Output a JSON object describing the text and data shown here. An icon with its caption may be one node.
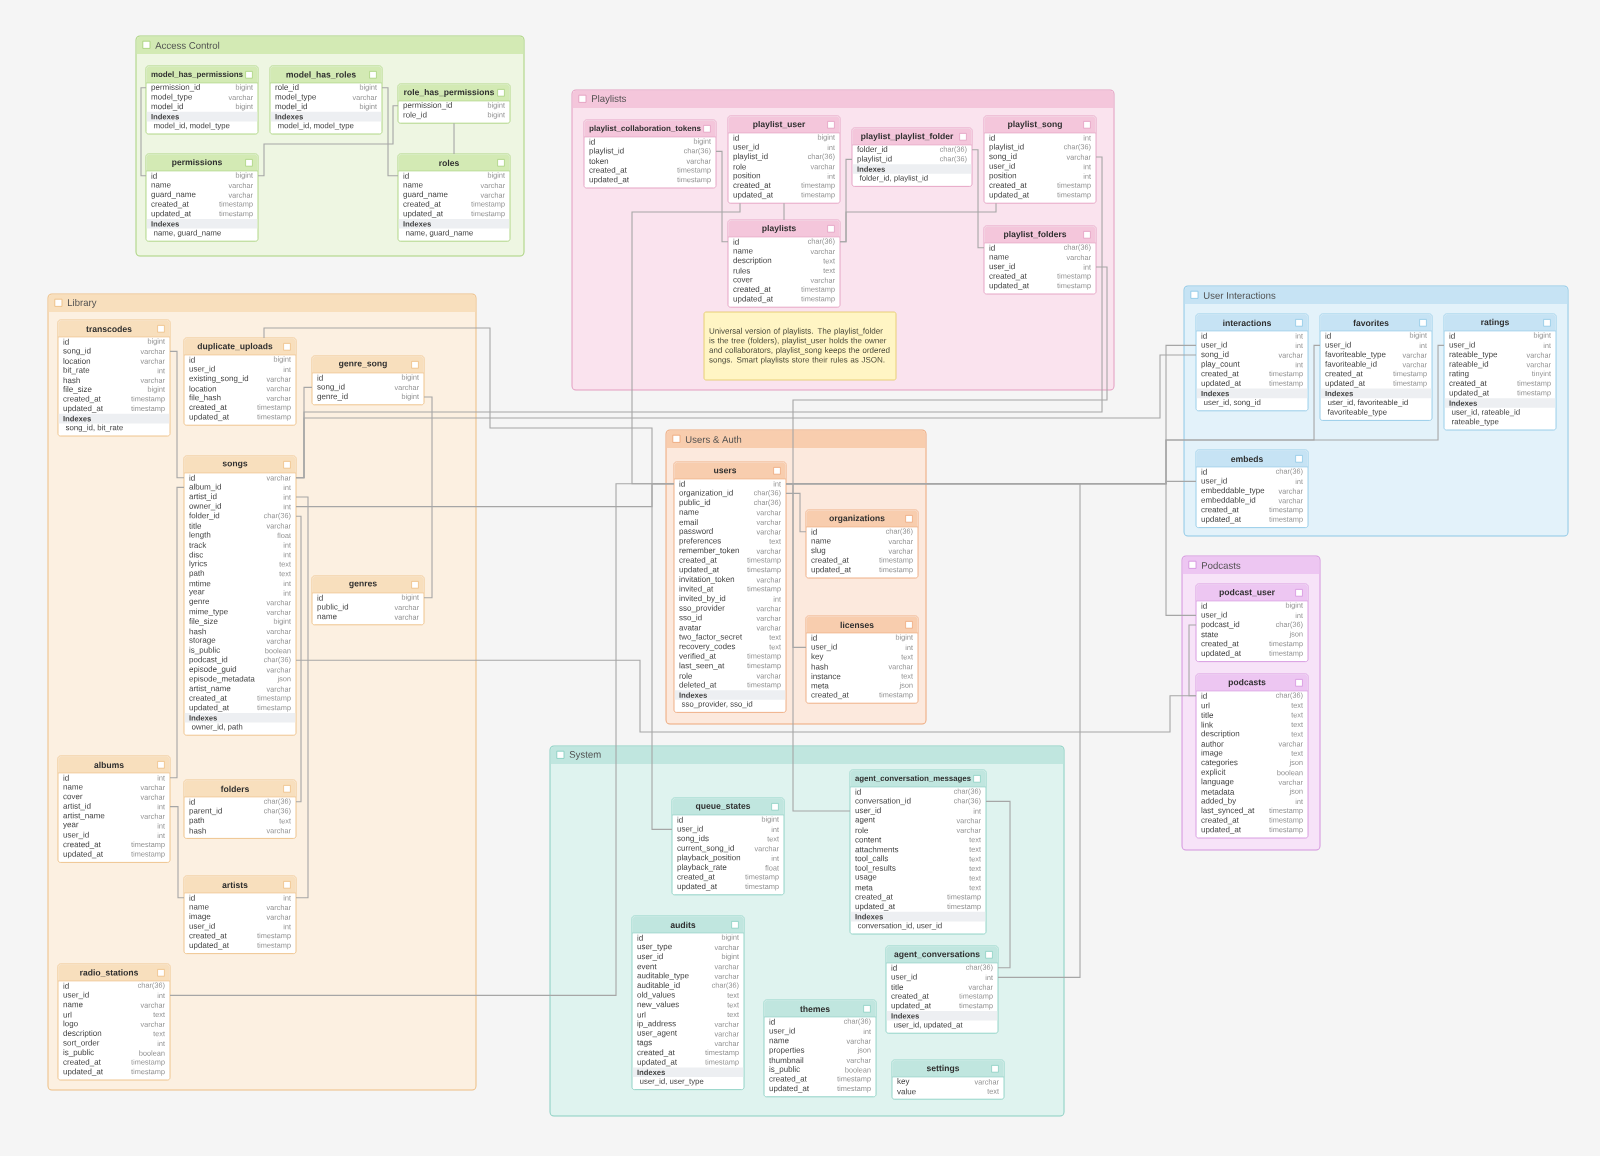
{
  "diagram": {
    "nodes": [
      {
        "text": [
          "Access Control"
        ]
      },
      {
        "text": [
          "model_has_permissions",
          "permission_id",
          "bigint",
          "model_type",
          "varchar",
          "model_id",
          "bigint",
          "Indexes",
          "model_id, model_type"
        ],
        "in": 0
      },
      {
        "text": [
          "model_has_roles",
          "role_id",
          "bigint",
          "model_type",
          "varchar",
          "model_id",
          "bigint",
          "Indexes",
          "model_id, model_type"
        ],
        "in": 0
      },
      {
        "text": [
          "role_has_permissions",
          "permission_id",
          "bigint",
          "role_id",
          "bigint"
        ],
        "in": 0
      },
      {
        "text": [
          "permissions",
          "id",
          "bigint",
          "name",
          "varchar",
          "guard_name",
          "varchar",
          "created_at",
          "timestamp",
          "updated_at",
          "timestamp",
          "Indexes",
          "name, guard_name"
        ],
        "in": 0
      },
      {
        "text": [
          "roles",
          "id",
          "bigint",
          "name",
          "varchar",
          "guard_name",
          "varchar",
          "created_at",
          "timestamp",
          "updated_at",
          "timestamp",
          "Indexes",
          "name, guard_name"
        ],
        "in": 0
      },
      {
        "text": [
          "Playlists"
        ]
      },
      {
        "text": [
          "playlist_collaboration_tokens",
          "id",
          "bigint",
          "playlist_id",
          "char(36)",
          "token",
          "varchar",
          "created_at",
          "timestamp",
          "updated_at",
          "timestamp"
        ],
        "in": 6
      },
      {
        "text": [
          "playlist_user",
          "id",
          "bigint",
          "user_id",
          "int",
          "playlist_id",
          "char(36)",
          "role",
          "varchar",
          "position",
          "int",
          "created_at",
          "timestamp",
          "updated_at",
          "timestamp"
        ],
        "in": 6
      },
      {
        "text": [
          "playlist_playlist_folder",
          "folder_id",
          "char(36)",
          "playlist_id",
          "char(36)",
          "Indexes",
          "folder_id, playlist_id"
        ],
        "in": 6
      },
      {
        "text": [
          "playlist_song",
          "id",
          "int",
          "playlist_id",
          "char(36)",
          "song_id",
          "varchar",
          "user_id",
          "int",
          "position",
          "int",
          "created_at",
          "timestamp",
          "updated_at",
          "timestamp"
        ],
        "in": 6
      },
      {
        "text": [
          "playlists",
          "id",
          "char(36)",
          "name",
          "varchar",
          "description",
          "text",
          "rules",
          "text",
          "cover",
          "varchar",
          "created_at",
          "timestamp",
          "updated_at",
          "timestamp"
        ],
        "in": 6
      },
      {
        "text": [
          "playlist_folders",
          "id",
          "char(36)",
          "name",
          "varchar",
          "user_id",
          "int",
          "created_at",
          "timestamp",
          "updated_at",
          "timestamp"
        ],
        "in": 6
      },
      {
        "text": [
          "Universal version of playlists. The playlist_folder is the tree (folders), playlist_user holds the owner and collaborators, playlist_song keeps the ordered songs. Smart playlists store their rules as JSON."
        ],
        "in": 6
      },
      {
        "text": [
          "Library"
        ]
      },
      {
        "text": [
          "transcodes",
          "id",
          "bigint",
          "song_id",
          "varchar",
          "location",
          "varchar",
          "bit_rate",
          "int",
          "hash",
          "varchar",
          "file_size",
          "bigint",
          "created_at",
          "timestamp",
          "updated_at",
          "timestamp",
          "Indexes",
          "song_id, bit_rate"
        ],
        "in": 14
      },
      {
        "text": [
          "duplicate_uploads",
          "id",
          "bigint",
          "user_id",
          "int",
          "existing_song_id",
          "varchar",
          "location",
          "varchar",
          "file_hash",
          "varchar",
          "created_at",
          "timestamp",
          "updated_at",
          "timestamp"
        ],
        "in": 14
      },
      {
        "text": [
          "genre_song",
          "id",
          "bigint",
          "song_id",
          "varchar",
          "genre_id",
          "bigint"
        ],
        "in": 14
      },
      {
        "text": [
          "songs",
          "id",
          "varchar",
          "album_id",
          "int",
          "artist_id",
          "int",
          "owner_id",
          "int",
          "folder_id",
          "char(36)",
          "title",
          "varchar",
          "length",
          "float",
          "track",
          "int",
          "disc",
          "int",
          "lyrics",
          "text",
          "path",
          "text",
          "mtime",
          "int",
          "year",
          "int",
          "genre",
          "varchar",
          "mime_type",
          "varchar",
          "file_size",
          "bigint",
          "hash",
          "varchar",
          "storage",
          "varchar",
          "is_public",
          "boolean",
          "podcast_id",
          "char(36)",
          "episode_guid",
          "varchar",
          "episode_metadata",
          "json",
          "artist_name",
          "varchar",
          "created_at",
          "timestamp",
          "updated_at",
          "timestamp",
          "Indexes",
          "owner_id, path"
        ],
        "in": 14
      },
      {
        "text": [
          "genres",
          "id",
          "bigint",
          "public_id",
          "varchar",
          "name",
          "varchar"
        ],
        "in": 14
      },
      {
        "text": [
          "albums",
          "id",
          "int",
          "name",
          "varchar",
          "cover",
          "varchar",
          "artist_id",
          "int",
          "artist_name",
          "varchar",
          "year",
          "int",
          "user_id",
          "int",
          "created_at",
          "timestamp",
          "updated_at",
          "timestamp"
        ],
        "in": 14
      },
      {
        "text": [
          "folders",
          "id",
          "char(36)",
          "parent_id",
          "char(36)",
          "path",
          "text",
          "hash",
          "varchar"
        ],
        "in": 14
      },
      {
        "text": [
          "artists",
          "id",
          "int",
          "name",
          "varchar",
          "image",
          "varchar",
          "user_id",
          "int",
          "created_at",
          "timestamp",
          "updated_at",
          "timestamp"
        ],
        "in": 14
      },
      {
        "text": [
          "radio_stations",
          "id",
          "char(36)",
          "user_id",
          "int",
          "name",
          "varchar",
          "url",
          "text",
          "logo",
          "varchar",
          "description",
          "text",
          "sort_order",
          "int",
          "is_public",
          "boolean",
          "created_at",
          "timestamp",
          "updated_at",
          "timestamp"
        ],
        "in": 14
      },
      {
        "text": [
          "Users & Auth"
        ]
      },
      {
        "text": [
          "users",
          "id",
          "int",
          "organization_id",
          "char(36)",
          "public_id",
          "char(36)",
          "name",
          "varchar",
          "email",
          "varchar",
          "password",
          "varchar",
          "preferences",
          "text",
          "remember_token",
          "varchar",
          "created_at",
          "timestamp",
          "updated_at",
          "timestamp",
          "invitation_token",
          "varchar",
          "invited_at",
          "timestamp",
          "invited_by_id",
          "int",
          "sso_provider",
          "varchar",
          "sso_id",
          "varchar",
          "avatar",
          "varchar",
          "two_factor_secret",
          "text",
          "recovery_codes",
          "text",
          "verified_at",
          "timestamp",
          "last_seen_at",
          "timestamp",
          "role",
          "varchar",
          "deleted_at",
          "timestamp",
          "Indexes",
          "sso_provider, sso_id"
        ],
        "in": 24
      },
      {
        "text": [
          "organizations",
          "id",
          "char(36)",
          "name",
          "varchar",
          "slug",
          "varchar",
          "created_at",
          "timestamp",
          "updated_at",
          "timestamp"
        ],
        "in": 24
      },
      {
        "text": [
          "licenses",
          "id",
          "bigint",
          "user_id",
          "int",
          "key",
          "text",
          "hash",
          "varchar",
          "instance",
          "text",
          "meta",
          "json",
          "created_at",
          "timestamp"
        ],
        "in": 24
      },
      {
        "text": [
          "User Interactions"
        ]
      },
      {
        "text": [
          "interactions",
          "id",
          "int",
          "user_id",
          "int",
          "song_id",
          "varchar",
          "play_count",
          "int",
          "created_at",
          "timestamp",
          "updated_at",
          "timestamp",
          "Indexes",
          "user_id, song_id"
        ],
        "in": 28
      },
      {
        "text": [
          "favorites",
          "id",
          "bigint",
          "user_id",
          "int",
          "favoriteable_type",
          "varchar",
          "favoriteable_id",
          "varchar",
          "created_at",
          "timestamp",
          "updated_at",
          "timestamp",
          "Indexes",
          "user_id, favoriteable_id",
          "favoriteable_type"
        ],
        "in": 28
      },
      {
        "text": [
          "ratings",
          "id",
          "bigint",
          "user_id",
          "int",
          "rateable_type",
          "varchar",
          "rateable_id",
          "varchar",
          "rating",
          "tinyint",
          "created_at",
          "timestamp",
          "updated_at",
          "timestamp",
          "Indexes",
          "user_id, rateable_id",
          "rateable_type"
        ],
        "in": 28
      },
      {
        "text": [
          "embeds",
          "id",
          "char(36)",
          "user_id",
          "int",
          "embeddable_type",
          "varchar",
          "embeddable_id",
          "varchar",
          "created_at",
          "timestamp",
          "updated_at",
          "timestamp"
        ],
        "in": 28
      },
      {
        "text": [
          "Podcasts"
        ]
      },
      {
        "text": [
          "podcast_user",
          "id",
          "bigint",
          "user_id",
          "int",
          "podcast_id",
          "char(36)",
          "state",
          "json",
          "created_at",
          "timestamp",
          "updated_at",
          "timestamp"
        ],
        "in": 33
      },
      {
        "text": [
          "podcasts",
          "id",
          "char(36)",
          "url",
          "text",
          "title",
          "text",
          "link",
          "text",
          "description",
          "text",
          "author",
          "varchar",
          "image",
          "text",
          "categories",
          "json",
          "explicit",
          "boolean",
          "language",
          "varchar",
          "metadata",
          "json",
          "added_by",
          "int",
          "last_synced_at",
          "timestamp",
          "created_at",
          "timestamp",
          "updated_at",
          "timestamp"
        ],
        "in": 33
      },
      {
        "text": [
          "System"
        ]
      },
      {
        "text": [
          "queue_states",
          "id",
          "bigint",
          "user_id",
          "int",
          "song_ids",
          "text",
          "current_song_id",
          "varchar",
          "playback_position",
          "int",
          "playback_rate",
          "float",
          "created_at",
          "timestamp",
          "updated_at",
          "timestamp"
        ],
        "in": 36
      },
      {
        "text": [
          "agent_conversation_messages",
          "id",
          "char(36)",
          "conversation_id",
          "char(36)",
          "user_id",
          "int",
          "agent",
          "varchar",
          "role",
          "varchar",
          "content",
          "text",
          "attachments",
          "text",
          "tool_calls",
          "text",
          "tool_results",
          "text",
          "usage",
          "text",
          "meta",
          "text",
          "created_at",
          "timestamp",
          "updated_at",
          "timestamp",
          "Indexes",
          "conversation_id, user_id"
        ],
        "in": 36
      },
      {
        "text": [
          "agent_conversations",
          "id",
          "char(36)",
          "user_id",
          "int",
          "title",
          "varchar",
          "created_at",
          "timestamp",
          "updated_at",
          "timestamp",
          "Indexes",
          "user_id, updated_at"
        ],
        "in": 36
      },
      {
        "text": [
          "audits",
          "id",
          "bigint",
          "user_type",
          "varchar",
          "user_id",
          "bigint",
          "event",
          "varchar",
          "auditable_type",
          "varchar",
          "auditable_id",
          "char(36)",
          "old_values",
          "text",
          "new_values",
          "text",
          "url",
          "text",
          "ip_address",
          "varchar",
          "user_agent",
          "varchar",
          "tags",
          "varchar",
          "created_at",
          "timestamp",
          "updated_at",
          "timestamp",
          "Indexes",
          "user_id, user_type"
        ],
        "in": 36
      },
      {
        "text": [
          "themes",
          "id",
          "char(36)",
          "user_id",
          "int",
          "name",
          "varchar",
          "properties",
          "json",
          "thumbnail",
          "varchar",
          "is_public",
          "boolean",
          "created_at",
          "timestamp",
          "updated_at",
          "timestamp"
        ],
        "in": 36
      },
      {
        "text": [
          "settings",
          "key",
          "varchar",
          "value",
          "text"
        ],
        "in": 36
      }
    ],
    "edges": [
      {
        "from": 1,
        "to": 4,
        "arrow": "none"
      },
      {
        "from": 2,
        "to": 5,
        "arrow": "none"
      },
      {
        "from": 3,
        "to": 4,
        "arrow": "none"
      },
      {
        "from": 3,
        "to": 5,
        "arrow": "none"
      },
      {
        "from": 7,
        "to": 11,
        "arrow": "none"
      },
      {
        "from": 8,
        "to": 11,
        "arrow": "none"
      },
      {
        "from": 8,
        "to": 25,
        "arrow": "none"
      },
      {
        "from": 9,
        "to": 12,
        "arrow": "none"
      },
      {
        "from": 9,
        "to": 11,
        "arrow": "none"
      },
      {
        "from": 10,
        "to": 11,
        "arrow": "none"
      },
      {
        "from": 10,
        "to": 18,
        "arrow": "none"
      },
      {
        "from": 12,
        "to": 25,
        "arrow": "none"
      },
      {
        "from": 15,
        "to": 18,
        "arrow": "none"
      },
      {
        "from": 16,
        "to": 25,
        "arrow": "none"
      },
      {
        "from": 17,
        "to": 18,
        "arrow": "none"
      },
      {
        "from": 17,
        "to": 19,
        "arrow": "none"
      },
      {
        "from": 18,
        "to": 20,
        "arrow": "none"
      },
      {
        "from": 18,
        "to": 21,
        "arrow": "none"
      },
      {
        "from": 18,
        "to": 22,
        "arrow": "none"
      },
      {
        "from": 18,
        "to": 25,
        "arrow": "none"
      },
      {
        "from": 18,
        "to": 35,
        "arrow": "none"
      },
      {
        "from": 20,
        "to": 22,
        "arrow": "none"
      },
      {
        "from": 23,
        "to": 25,
        "arrow": "none"
      },
      {
        "from": 25,
        "to": 26,
        "arrow": "none"
      },
      {
        "from": 27,
        "to": 25,
        "arrow": "none"
      },
      {
        "from": 29,
        "to": 18,
        "arrow": "none"
      },
      {
        "from": 29,
        "to": 25,
        "arrow": "none"
      },
      {
        "from": 30,
        "to": 25,
        "arrow": "none"
      },
      {
        "from": 31,
        "to": 25,
        "arrow": "none"
      },
      {
        "from": 32,
        "to": 25,
        "arrow": "none"
      },
      {
        "from": 34,
        "to": 25,
        "arrow": "none"
      },
      {
        "from": 34,
        "to": 35,
        "arrow": "none"
      },
      {
        "from": 37,
        "to": 25,
        "arrow": "none"
      },
      {
        "from": 38,
        "to": 39,
        "arrow": "none"
      },
      {
        "from": 38,
        "to": 25,
        "arrow": "none"
      },
      {
        "from": 39,
        "to": 25,
        "arrow": "none"
      }
    ]
  }
}
